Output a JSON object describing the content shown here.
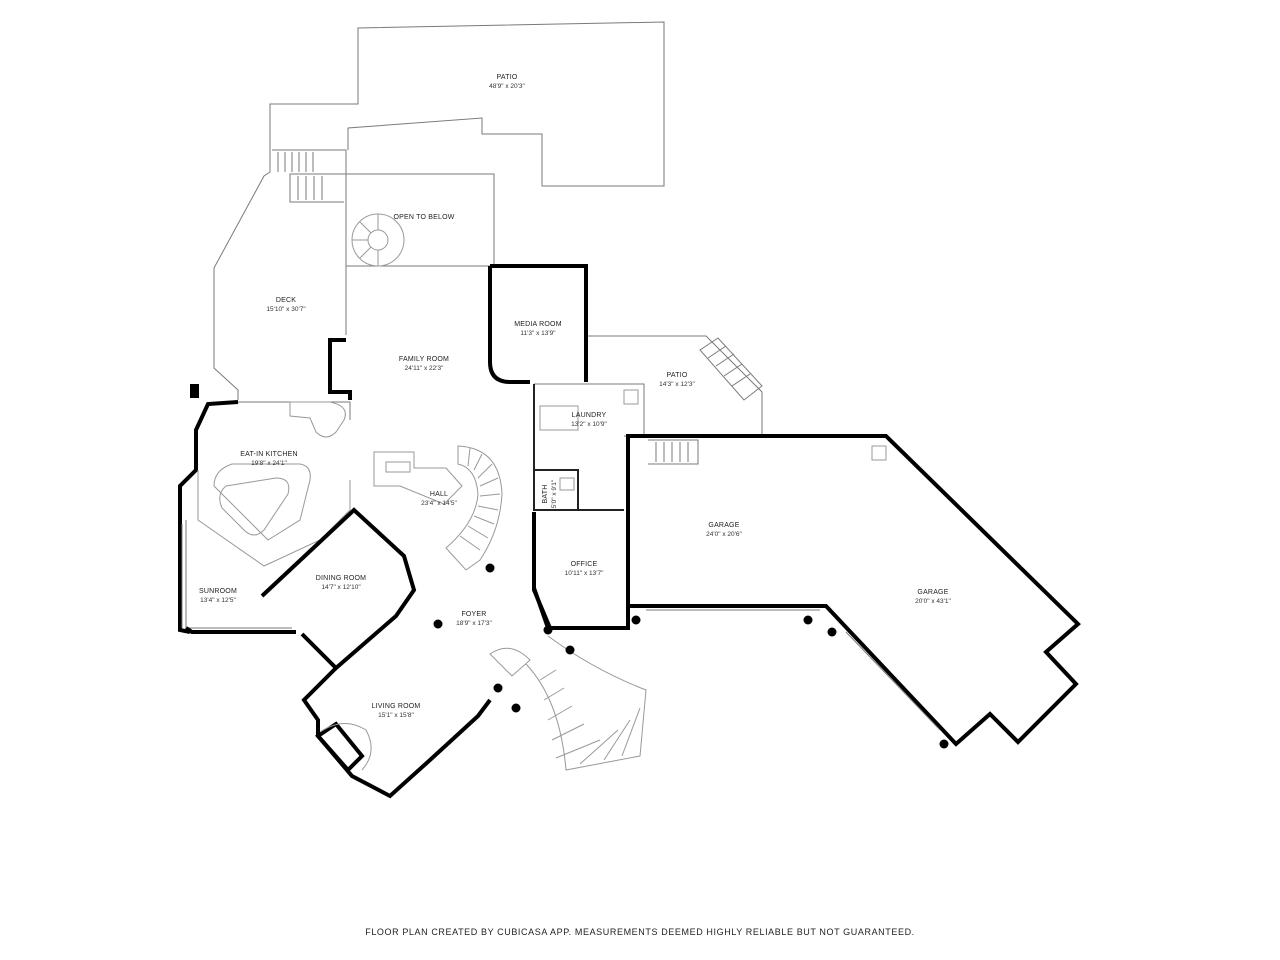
{
  "rooms": [
    {
      "id": "patio-top",
      "name": "PATIO",
      "dims": "48'9\" x 20'3\""
    },
    {
      "id": "open-to-below",
      "name": "OPEN TO BELOW",
      "dims": ""
    },
    {
      "id": "deck",
      "name": "DECK",
      "dims": "15'10\" x 30'7\""
    },
    {
      "id": "media-room",
      "name": "MEDIA ROOM",
      "dims": "11'3\" x 13'9\""
    },
    {
      "id": "family-room",
      "name": "FAMILY ROOM",
      "dims": "24'11\" x 22'3\""
    },
    {
      "id": "patio-side",
      "name": "PATIO",
      "dims": "14'3\" x 12'3\""
    },
    {
      "id": "laundry",
      "name": "LAUNDRY",
      "dims": "13'2\" x 10'9\""
    },
    {
      "id": "eat-in-kitchen",
      "name": "EAT-IN KITCHEN",
      "dims": "19'8\" x 24'1\""
    },
    {
      "id": "hall",
      "name": "HALL",
      "dims": "23'4\" x 14'5\""
    },
    {
      "id": "bath",
      "name": "BATH",
      "dims": "5'0\" x 9'1\""
    },
    {
      "id": "garage-1",
      "name": "GARAGE",
      "dims": "24'0\" x 20'6\""
    },
    {
      "id": "garage-2",
      "name": "GARAGE",
      "dims": "20'0\" x 43'1\""
    },
    {
      "id": "dining-room",
      "name": "DINING ROOM",
      "dims": "14'7\" x 12'10\""
    },
    {
      "id": "sunroom",
      "name": "SUNROOM",
      "dims": "13'4\" x 12'5\""
    },
    {
      "id": "office",
      "name": "OFFICE",
      "dims": "10'11\" x 13'7\""
    },
    {
      "id": "foyer",
      "name": "FOYER",
      "dims": "18'9\" x 17'3\""
    },
    {
      "id": "living-room",
      "name": "LIVING ROOM",
      "dims": "15'1\" x 15'8\""
    }
  ],
  "footer": {
    "disclaimer": "FLOOR PLAN CREATED BY CUBICASA APP. MEASUREMENTS DEEMED HIGHLY RELIABLE BUT NOT GUARANTEED."
  },
  "colors": {
    "background": "#ffffff",
    "exterior_wall": "#000000",
    "interior_line": "#7a7a7a"
  }
}
